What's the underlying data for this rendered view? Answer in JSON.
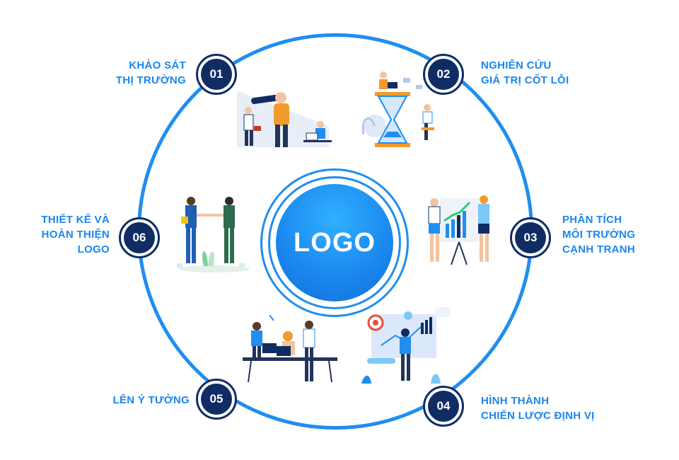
{
  "center": {
    "logo_text": "LOGO"
  },
  "steps": [
    {
      "number": "01",
      "lines": [
        "KHẢO SÁT",
        "THỊ TRƯỜNG"
      ]
    },
    {
      "number": "02",
      "lines": [
        "NGHIÊN CỨU",
        "GIÁ TRỊ CỐT LỖI"
      ]
    },
    {
      "number": "03",
      "lines": [
        "PHÂN TÍCH",
        "MÔI TRƯỜNG",
        "CẠNH TRANH"
      ]
    },
    {
      "number": "04",
      "lines": [
        "HÌNH THÀNH",
        "CHIẾN LƯỢC ĐỊNH VỊ"
      ]
    },
    {
      "number": "05",
      "lines": [
        "LÊN Ý TƯỞNG"
      ]
    },
    {
      "number": "06",
      "lines": [
        "THIẾT KẾ VÀ",
        "HOÀN THIỆN",
        "LOGO"
      ]
    }
  ],
  "colors": {
    "accent": "#1f8ef0",
    "label": "#1a86ee",
    "badge": "#0f2d64"
  },
  "illustrations": [
    "telescope-team-illustration",
    "hourglass-research-illustration",
    "presentation-chart-illustration",
    "strategy-board-illustration",
    "brainstorm-table-illustration",
    "handshake-illustration"
  ]
}
